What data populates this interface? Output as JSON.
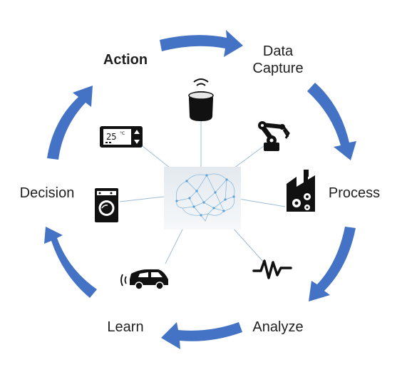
{
  "stages": {
    "action": "Action",
    "data_capture_line1": "Data",
    "data_capture_line2": "Capture",
    "process": "Process",
    "analyze": "Analyze",
    "learn": "Learn",
    "decision": "Decision"
  },
  "thermostat": {
    "reading": "25",
    "unit": "°C"
  },
  "icons": [
    "smart-speaker-icon",
    "robot-arm-icon",
    "factory-icon",
    "heartbeat-icon",
    "car-icon",
    "washing-machine-icon",
    "thermostat-icon",
    "brain-network-icon"
  ],
  "colors": {
    "arrow": "#4472c4",
    "connector": "#9dbbd6",
    "icon": "#111111"
  }
}
